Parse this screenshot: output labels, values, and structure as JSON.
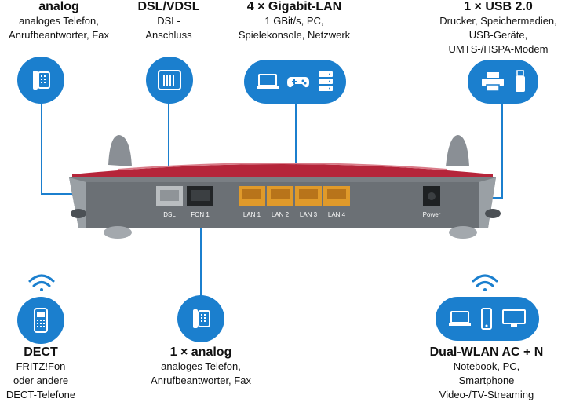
{
  "top": [
    {
      "title": "analog",
      "desc": "analoges Telefon,\nAnrufbeantworter, Fax"
    },
    {
      "title": "DSL/VDSL",
      "desc": "DSL-\nAnschluss"
    },
    {
      "title": "4 × Gigabit-LAN",
      "desc": "1 GBit/s, PC,\nSpielekonsole, Netzwerk"
    },
    {
      "title": "1 × USB 2.0",
      "desc": "Drucker, Speichermedien,\nUSB-Geräte,\nUMTS-/HSPA-Modem"
    }
  ],
  "bottom": [
    {
      "title": "DECT",
      "desc": "FRITZ!Fon\noder andere\nDECT-Telefone"
    },
    {
      "title": "1 × analog",
      "desc": "analoges Telefon,\nAnrufbeantworter, Fax"
    },
    {
      "title": "Dual-WLAN AC + N",
      "desc": "Notebook, PC,\nSmartphone\nVideo-/TV-Streaming"
    }
  ],
  "ports": {
    "dsl": "DSL",
    "fon1": "FON 1",
    "lan1": "LAN 1",
    "lan2": "LAN 2",
    "lan3": "LAN 3",
    "lan4": "LAN 4",
    "power": "Power"
  },
  "colors": {
    "accent": "#1b7fce",
    "router_red": "#b5253a",
    "router_gray": "#7a7f84",
    "lan_port": "#e09a2a"
  }
}
